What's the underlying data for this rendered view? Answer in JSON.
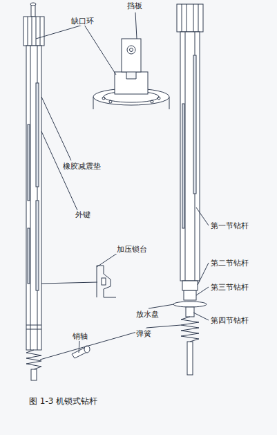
{
  "diagram": {
    "caption": "图 1-3 机锁式钻杆",
    "labels": [
      "挡板",
      "缺口环",
      "橡胶减震垫",
      "外键",
      "加压锁台",
      "放水盘",
      "销轴",
      "弹簧",
      "第一节钻杆",
      "第二节钻杆",
      "第三节钻杆",
      "第四节钻杆"
    ]
  }
}
